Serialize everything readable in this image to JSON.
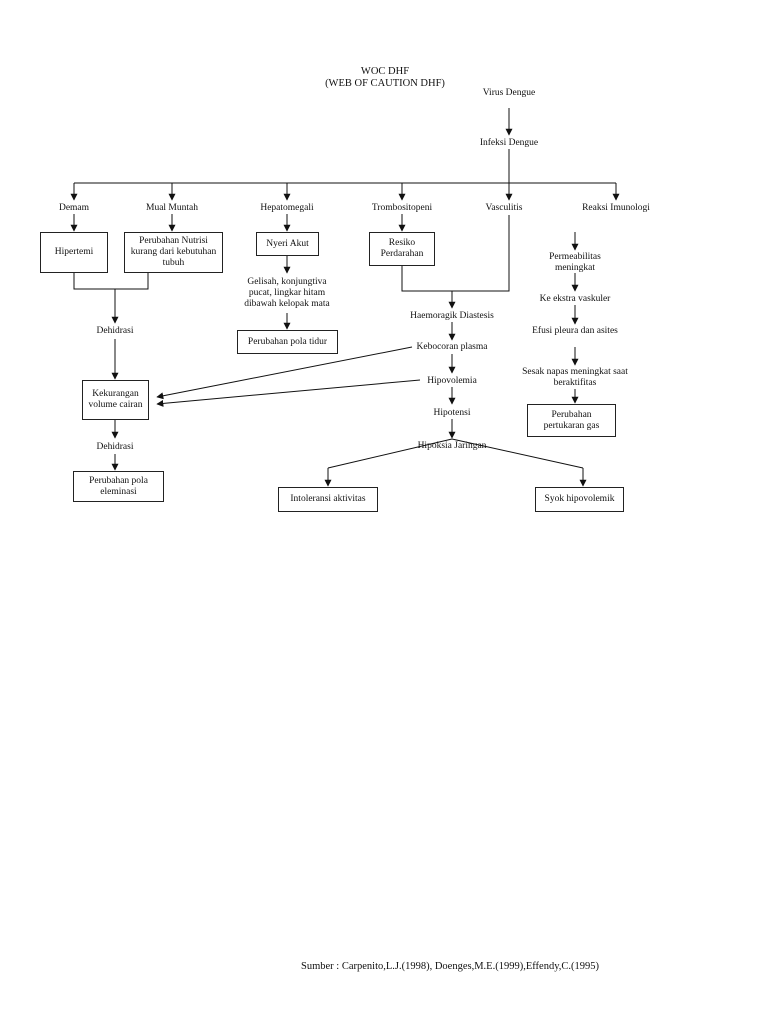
{
  "title": {
    "line1": "WOC DHF",
    "line2": "(WEB OF CAUTION DHF)"
  },
  "nodes": {
    "virus_dengue": "Virus  Dengue",
    "infeksi_dengue": "Infeksi Dengue",
    "demam": "Demam",
    "mual_muntah": "Mual Muntah",
    "hepatomegali": "Hepatomegali",
    "trombositopeni": "Trombositopeni",
    "vasculitis": "Vasculitis",
    "reaksi_imunologi": "Reaksi Imunologi",
    "hipertemi": "Hipertemi",
    "perubahan_nutrisi": "Perubahan Nutrisi kurang dari kebutuhan tubuh",
    "nyeri_akut": "Nyeri Akut",
    "gelisah": "Gelisah, konjungtiva pucat, lingkar hitam dibawah kelopak mata",
    "perubahan_pola_tidur": "Perubahan pola tidur",
    "resiko_perdarahan": "Resiko Perdarahan",
    "permeabilitas": "Permeabilitas meningkat",
    "ke_ekstra_vaskuler": "Ke ekstra vaskuler",
    "efusi_pleura": "Efusi pleura dan asites",
    "sesak_napas": "Sesak napas meningkat saat beraktifitas",
    "perubahan_pertukaran_gas": "Perubahan pertukaran gas",
    "dehidrasi_1": "Dehidrasi",
    "haemoragik": "Haemoragik Diastesis",
    "kebocoran_plasma": "Kebocoran plasma",
    "hipovolemia": "Hipovolemia",
    "kekurangan_volume": "Kekurangan volume cairan",
    "dehidrasi_2": "Dehidrasi",
    "hipotensi": "Hipotensi",
    "hipoksia": "Hipoksia Jaringan",
    "perubahan_pola_eliminasi": "Perubahan pola eleminasi",
    "intoleransi_aktivitas": "Intoleransi aktivitas",
    "syok_hipovolemik": "Syok hipovolemik"
  },
  "source": "Sumber : Carpenito,L.J.(1998), Doenges,M.E.(1999),Effendy,C.(1995)"
}
